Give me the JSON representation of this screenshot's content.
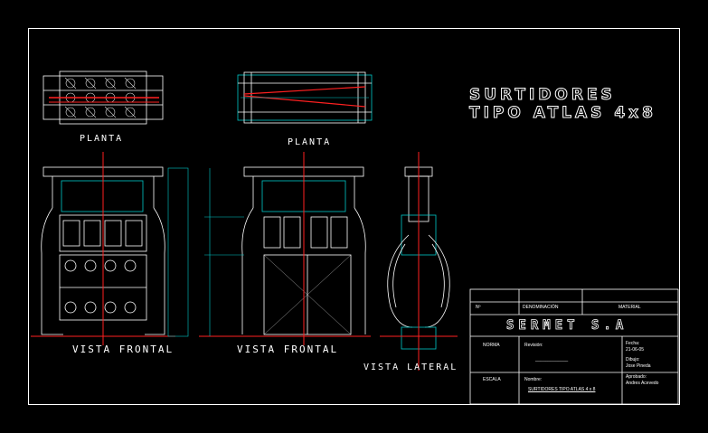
{
  "title": {
    "line1": "SURTIDORES",
    "line2": "TIPO ATLAS 4x8"
  },
  "views": {
    "plan_left": "PLANTA",
    "plan_right": "PLANTA",
    "front_left": "VISTA FRONTAL",
    "front_right": "VISTA FRONTAL",
    "side": "VISTA LATERAL"
  },
  "title_block": {
    "col_no": "Nº",
    "col_denominacion": "DENOMINACIÓN",
    "col_material": "MATERIAL",
    "company": "SERMET S.A",
    "norma": "NORMA",
    "revision": "Revisión:",
    "revision_line": "_____________",
    "fecha_label": "Fecha:",
    "fecha_value": "21-06-05",
    "dibujo_label": "Dibujo:",
    "dibujo_value": "Jose Pineda",
    "escala": "ESCALA",
    "nombre_label": "Nombre:",
    "nombre_value": "SURTIDORES TIPO ATLAS 4 x 8",
    "aprobado_label": "Aprobado:",
    "aprobado_value": "Andres Acevedo"
  },
  "colors": {
    "background": "#000000",
    "frame": "#ffffff",
    "centerline": "#ff2020",
    "dimension": "#00c8c8",
    "outline": "#ffffff"
  }
}
